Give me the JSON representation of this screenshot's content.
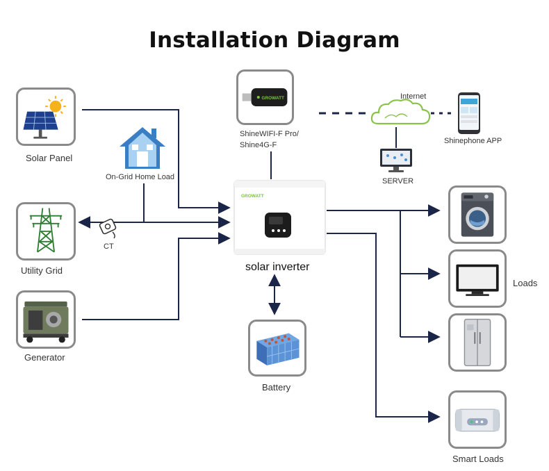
{
  "title": "Installation Diagram",
  "nodes": {
    "solar_panel": "Solar Panel",
    "home_load": "On-Grid Home Load",
    "utility_grid": "Utility Grid",
    "ct": "CT",
    "generator": "Generator",
    "wifi_line1": "ShineWIFI-F Pro/",
    "wifi_line2": "Shine4G-F",
    "internet": "Internet",
    "server": "SERVER",
    "app": "Shinephone APP",
    "inverter": "solar inverter",
    "battery": "Battery",
    "loads": "Loads",
    "smart_loads": "Smart Loads",
    "brand": "GROWATT"
  },
  "colors": {
    "line": "#1b2548",
    "box_border": "#8a8a8a",
    "cloud": "#8bc34a",
    "house": "#3a7fc4"
  }
}
